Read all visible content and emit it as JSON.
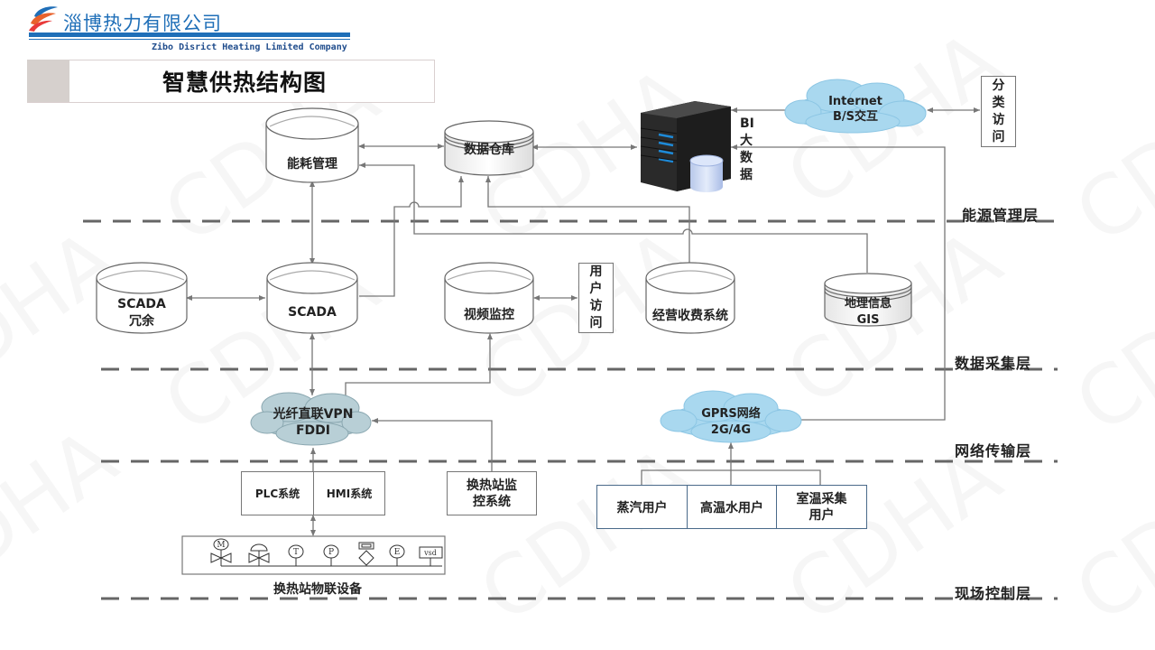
{
  "header": {
    "company_name_cn": "淄博热力有限公司",
    "company_name_en": "Zibo Disrict Heating Limited Company",
    "page_title": "智慧供热结构图"
  },
  "watermark": "CDHA",
  "layers": [
    {
      "id": "energy",
      "label": "能源管理层"
    },
    {
      "id": "data",
      "label": "数据采集层"
    },
    {
      "id": "network",
      "label": "网络传输层"
    },
    {
      "id": "field",
      "label": "现场控制层"
    }
  ],
  "nodes": {
    "energy_mgmt": "能耗管理",
    "data_warehouse": "数据仓库",
    "bi_big_data": [
      "BI",
      "大",
      "数",
      "据"
    ],
    "internet": [
      "Internet",
      "B/S交互"
    ],
    "category_access": [
      "分",
      "类",
      "访",
      "问"
    ],
    "scada_redundant": [
      "SCADA",
      "冗余"
    ],
    "scada": "SCADA",
    "video_monitor": "视频监控",
    "user_access": [
      "用",
      "户",
      "访",
      "问"
    ],
    "billing_system": "经营收费系统",
    "gis": [
      "地理信息",
      "GIS"
    ],
    "fiber_vpn": [
      "光纤直联VPN",
      "FDDI"
    ],
    "gprs": [
      "GPRS网络",
      "2G/4G"
    ],
    "plc": "PLC系统",
    "hmi": "HMI系统",
    "station_monitor": [
      "换热站监",
      "控系统"
    ],
    "steam_users": "蒸汽用户",
    "hot_water_users": "高温水用户",
    "room_temp_users": [
      "室温采集",
      "用户"
    ],
    "iot_devices_label": "换热站物联设备",
    "device_symbols": [
      "M",
      "valve",
      "T",
      "P",
      "level",
      "E",
      "vsd"
    ]
  },
  "colors": {
    "brand_blue": "#1f6fb8",
    "cloud_blue": "#a9d8ef",
    "cloud_grey": "#b8cfd6",
    "line": "#777777",
    "dash": "#666666"
  }
}
